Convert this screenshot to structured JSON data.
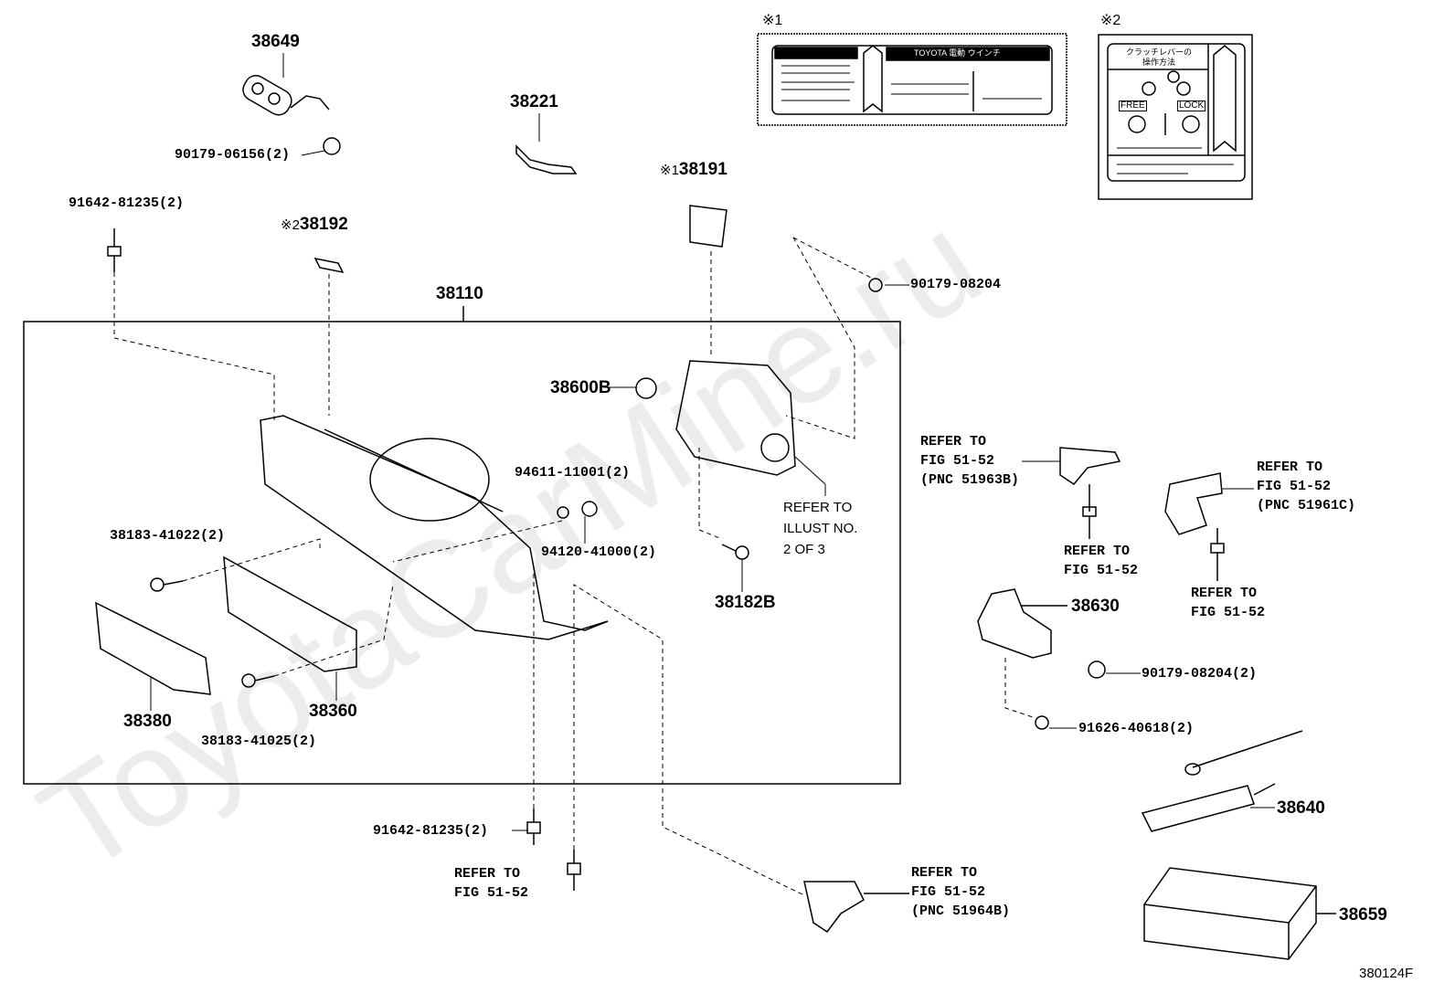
{
  "watermark": "ToyotaCarMine.ru",
  "figure_code": "380124F",
  "labels": {
    "l38649": "38649",
    "l90179_06156": "90179-06156(2)",
    "l38221": "38221",
    "l38191_mark": "※1",
    "l38191": "38191",
    "l91642_top": "91642-81235(2)",
    "l38192_mark": "※2",
    "l38192": "38192",
    "l38110": "38110",
    "l90179_08204": "90179-08204",
    "l38600B": "38600B",
    "l94611": "94611-11001(2)",
    "l38183_41022": "38183-41022(2)",
    "l94120": "94120-41000(2)",
    "illust_ref": "REFER TO\nILLUST NO.\n2 OF 3",
    "l38182B": "38182B",
    "ref_51963B": "REFER TO\nFIG 51-52\n(PNC 51963B)",
    "ref_51961C": "REFER TO\nFIG 51-52\n(PNC 51961C)",
    "ref_bolt1": "REFER TO\nFIG 51-52",
    "ref_bolt2": "REFER TO\nFIG 51-52",
    "l38630": "38630",
    "l90179_08204_2": "90179-08204(2)",
    "l91626": "91626-40618(2)",
    "l38640": "38640",
    "l38659": "38659",
    "l38380": "38380",
    "l38360": "38360",
    "l38183_41025": "38183-41025(2)",
    "l91642_bottom": "91642-81235(2)",
    "ref_bottom": "REFER TO\nFIG 51-52",
    "ref_51964B": "REFER TO\nFIG 51-52\n(PNC 51964B)"
  },
  "labels_insets": {
    "mark1": "※1",
    "mark2": "※2",
    "label1_brand": "TOYOTA 電動 ウインチ",
    "label2_title": "クラッチレバーの\n操作方法",
    "free": "FREE",
    "lock": "LOCK"
  }
}
